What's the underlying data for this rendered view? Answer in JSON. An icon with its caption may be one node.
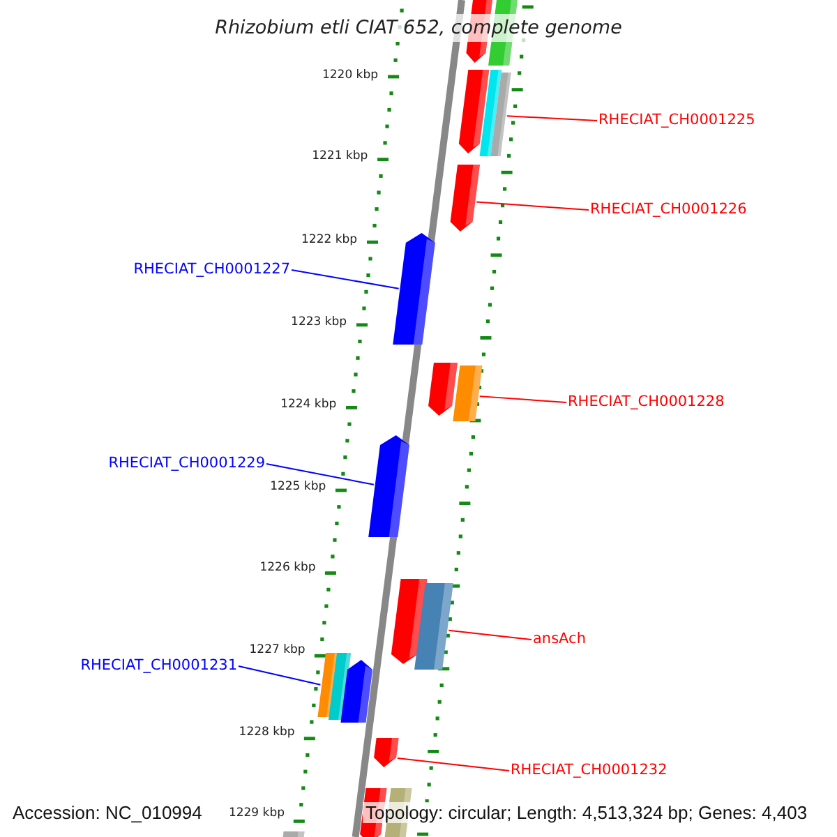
{
  "diagram": {
    "title": "Rhizobium etli CIAT 652, complete genome",
    "nodes": [
      {
        "text": [
          "RHECIAT_CH0001225"
        ]
      },
      {
        "text": [
          "RHECIAT_CH0001226"
        ]
      },
      {
        "text": [
          "RHECIAT_CH0001227"
        ]
      },
      {
        "text": [
          "RHECIAT_CH0001228"
        ]
      },
      {
        "text": [
          "RHECIAT_CH0001229"
        ]
      },
      {
        "text": [
          "ansAch"
        ]
      },
      {
        "text": [
          "RHECIAT_CH0001231"
        ]
      },
      {
        "text": [
          "RHECIAT_CH0001232"
        ]
      },
      {
        "text": [],
        "shape": "pentagon"
      },
      {
        "text": [],
        "shape": "bar"
      },
      {
        "text": [],
        "shape": "pentagon"
      },
      {
        "text": [],
        "shape": "bar"
      },
      {
        "text": [],
        "shape": "bar"
      },
      {
        "text": [],
        "shape": "pentagon"
      },
      {
        "text": [],
        "shape": "pentagon"
      },
      {
        "text": [],
        "shape": "pentagon"
      },
      {
        "text": [],
        "shape": "bar"
      },
      {
        "text": [],
        "shape": "pentagon"
      },
      {
        "text": [],
        "shape": "pentagon"
      },
      {
        "text": [],
        "shape": "bar"
      },
      {
        "text": [],
        "shape": "bar"
      },
      {
        "text": [],
        "shape": "bar"
      },
      {
        "text": [],
        "shape": "pentagon"
      },
      {
        "text": [],
        "shape": "pentagon"
      },
      {
        "text": [],
        "shape": "pentagon"
      },
      {
        "text": [],
        "shape": "bar"
      },
      {
        "text": [],
        "shape": "bar"
      }
    ],
    "edges": [
      {
        "from": 0,
        "to": 12,
        "arrow": "none"
      },
      {
        "from": 1,
        "to": 13,
        "arrow": "none"
      },
      {
        "from": 2,
        "to": 14,
        "arrow": "none",
        "color": "#0000ff"
      },
      {
        "from": 3,
        "to": 16,
        "arrow": "none"
      },
      {
        "from": 4,
        "to": 17,
        "arrow": "none",
        "color": "#0000ff"
      },
      {
        "from": 5,
        "to": 19,
        "arrow": "none"
      },
      {
        "from": 6,
        "to": 20,
        "arrow": "none",
        "color": "#0000ff"
      },
      {
        "from": 7,
        "to": 23,
        "arrow": "none"
      }
    ],
    "labels": [
      "1220 kbp",
      "1221 kbp",
      "1222 kbp",
      "1223 kbp",
      "1224 kbp",
      "1225 kbp",
      "1226 kbp",
      "1227 kbp",
      "1228 kbp",
      "1229 kbp",
      "Accession: NC_010994",
      "Topology: circular; Length: 4,513,324 bp; Genes: 4,403"
    ]
  }
}
